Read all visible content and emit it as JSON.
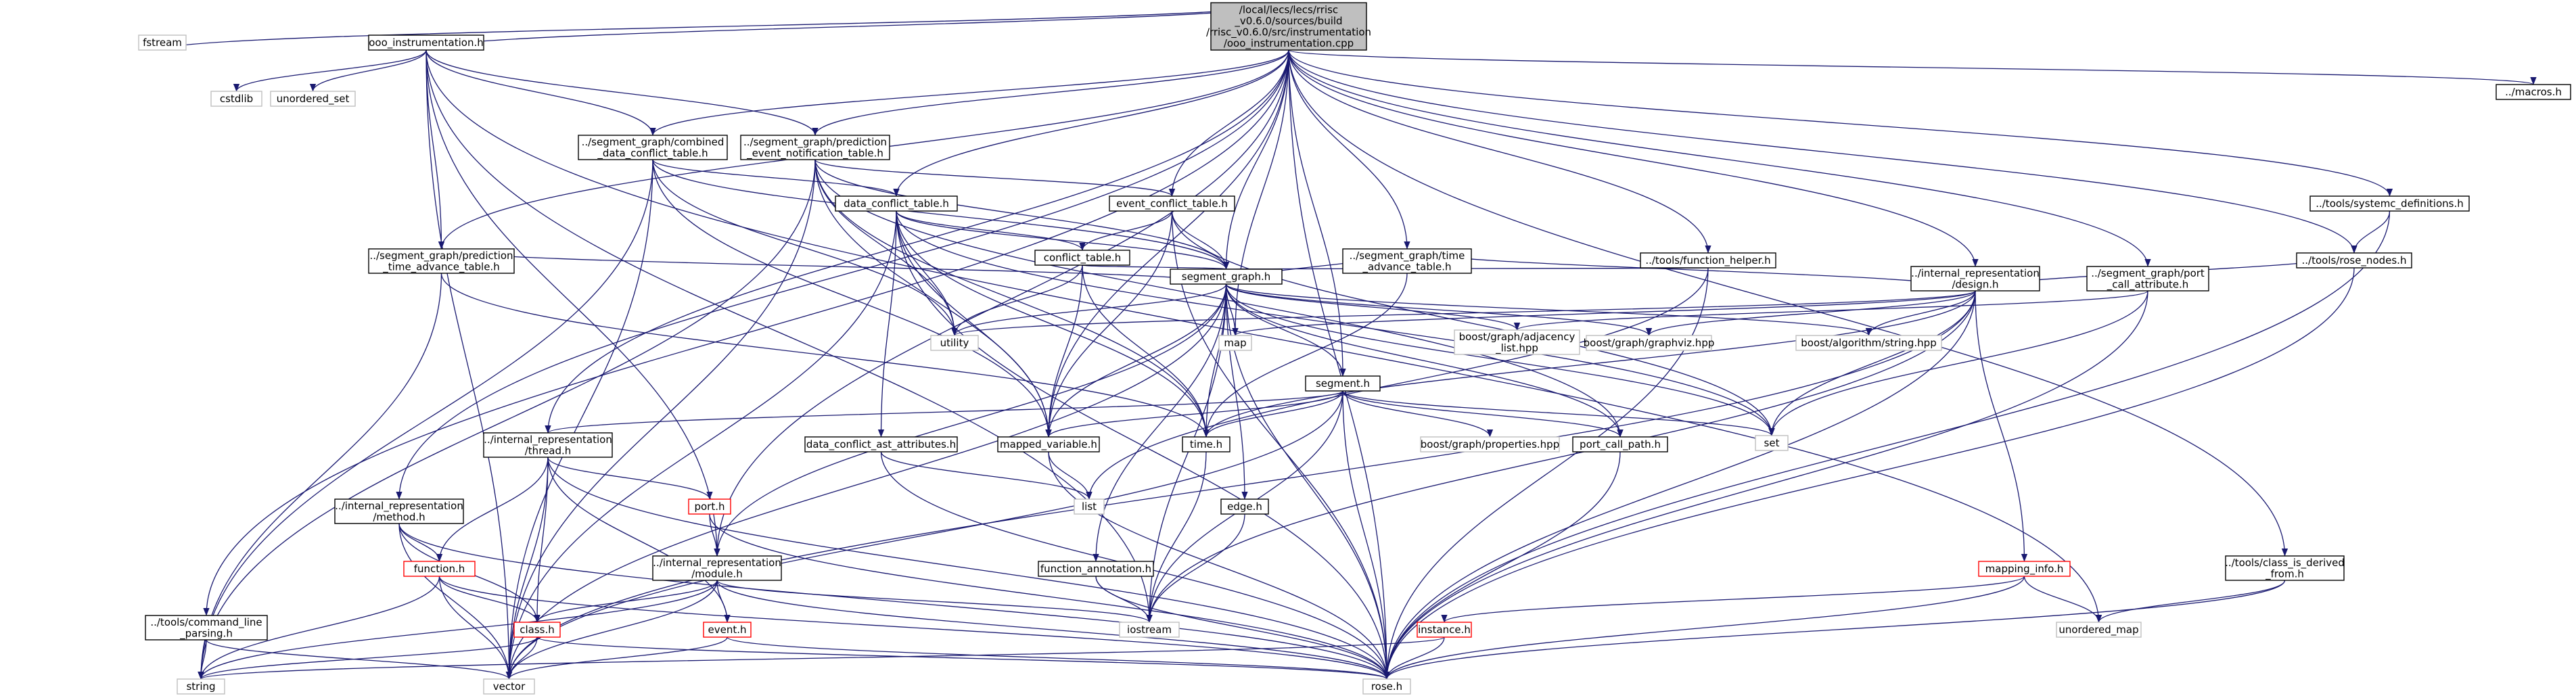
{
  "colors": {
    "edge": "#191970",
    "root_fill": "#bfbfbf",
    "node_border": "#000000",
    "missing_border": "#bfbfbf",
    "truncated_border": "#ff0000",
    "text": "#000000"
  },
  "nodes": [
    {
      "id": "root",
      "lines": [
        "/local/lecs/lecs/rrisc",
        "_v0.6.0/sources/build",
        "/rrisc_v0.6.0/src/instrumentation",
        "/ooo_instrumentation.cpp"
      ],
      "style": "root"
    },
    {
      "id": "fstream",
      "lines": [
        "fstream"
      ],
      "style": "missing"
    },
    {
      "id": "ooo_instr",
      "lines": [
        "ooo_instrumentation.h"
      ],
      "style": "normal"
    },
    {
      "id": "cstdlib",
      "lines": [
        "cstdlib"
      ],
      "style": "missing"
    },
    {
      "id": "unordered_set",
      "lines": [
        "unordered_set"
      ],
      "style": "missing"
    },
    {
      "id": "combined",
      "lines": [
        "../segment_graph/combined",
        "_data_conflict_table.h"
      ],
      "style": "normal"
    },
    {
      "id": "pred_event",
      "lines": [
        "../segment_graph/prediction",
        "_event_notification_table.h"
      ],
      "style": "normal"
    },
    {
      "id": "data_conflict",
      "lines": [
        "data_conflict_table.h"
      ],
      "style": "normal"
    },
    {
      "id": "event_conflict",
      "lines": [
        "event_conflict_table.h"
      ],
      "style": "normal"
    },
    {
      "id": "conflict",
      "lines": [
        "conflict_table.h"
      ],
      "style": "normal"
    },
    {
      "id": "pred_time",
      "lines": [
        "../segment_graph/prediction",
        "_time_advance_table.h"
      ],
      "style": "normal"
    },
    {
      "id": "time_advance",
      "lines": [
        "../segment_graph/time",
        "_advance_table.h"
      ],
      "style": "normal"
    },
    {
      "id": "func_helper",
      "lines": [
        "../tools/function_helper.h"
      ],
      "style": "normal"
    },
    {
      "id": "segment_graph",
      "lines": [
        "segment_graph.h"
      ],
      "style": "normal"
    },
    {
      "id": "design",
      "lines": [
        "../internal_representation",
        "/design.h"
      ],
      "style": "normal"
    },
    {
      "id": "port_call_attr",
      "lines": [
        "../segment_graph/port",
        "_call_attribute.h"
      ],
      "style": "normal"
    },
    {
      "id": "systemc_defs",
      "lines": [
        "../tools/systemc_definitions.h"
      ],
      "style": "normal"
    },
    {
      "id": "rose_nodes",
      "lines": [
        "../tools/rose_nodes.h"
      ],
      "style": "normal"
    },
    {
      "id": "macros",
      "lines": [
        "../macros.h"
      ],
      "style": "normal"
    },
    {
      "id": "utility",
      "lines": [
        "utility"
      ],
      "style": "missing"
    },
    {
      "id": "map",
      "lines": [
        "map"
      ],
      "style": "missing"
    },
    {
      "id": "adjacency",
      "lines": [
        "boost/graph/adjacency",
        "_list.hpp"
      ],
      "style": "missing"
    },
    {
      "id": "graphviz",
      "lines": [
        "boost/graph/graphviz.hpp"
      ],
      "style": "missing"
    },
    {
      "id": "algorithm_string",
      "lines": [
        "boost/algorithm/string.hpp"
      ],
      "style": "missing"
    },
    {
      "id": "segment",
      "lines": [
        "segment.h"
      ],
      "style": "normal"
    },
    {
      "id": "set",
      "lines": [
        "set"
      ],
      "style": "missing"
    },
    {
      "id": "thread",
      "lines": [
        "../internal_representation",
        "/thread.h"
      ],
      "style": "normal"
    },
    {
      "id": "dc_ast_attr",
      "lines": [
        "data_conflict_ast_attributes.h"
      ],
      "style": "normal"
    },
    {
      "id": "mapped_var",
      "lines": [
        "mapped_variable.h"
      ],
      "style": "normal"
    },
    {
      "id": "time_h",
      "lines": [
        "time.h"
      ],
      "style": "normal"
    },
    {
      "id": "properties",
      "lines": [
        "boost/graph/properties.hpp"
      ],
      "style": "missing"
    },
    {
      "id": "port_call_path",
      "lines": [
        "port_call_path.h"
      ],
      "style": "normal"
    },
    {
      "id": "list",
      "lines": [
        "list"
      ],
      "style": "missing"
    },
    {
      "id": "method",
      "lines": [
        "../internal_representation",
        "/method.h"
      ],
      "style": "normal"
    },
    {
      "id": "port",
      "lines": [
        "port.h"
      ],
      "style": "truncated"
    },
    {
      "id": "edge",
      "lines": [
        "edge.h"
      ],
      "style": "normal"
    },
    {
      "id": "module",
      "lines": [
        "../internal_representation",
        "/module.h"
      ],
      "style": "normal"
    },
    {
      "id": "function",
      "lines": [
        "function.h"
      ],
      "style": "truncated"
    },
    {
      "id": "func_annotation",
      "lines": [
        "function_annotation.h"
      ],
      "style": "normal"
    },
    {
      "id": "mapping_info",
      "lines": [
        "mapping_info.h"
      ],
      "style": "truncated"
    },
    {
      "id": "class_derived",
      "lines": [
        "../tools/class_is_derived",
        "_from.h"
      ],
      "style": "normal"
    },
    {
      "id": "cmd_parsing",
      "lines": [
        "../tools/command_line",
        "_parsing.h"
      ],
      "style": "normal"
    },
    {
      "id": "class_h",
      "lines": [
        "class.h"
      ],
      "style": "truncated"
    },
    {
      "id": "event",
      "lines": [
        "event.h"
      ],
      "style": "truncated"
    },
    {
      "id": "iostream",
      "lines": [
        "iostream"
      ],
      "style": "missing"
    },
    {
      "id": "instance",
      "lines": [
        "instance.h"
      ],
      "style": "truncated"
    },
    {
      "id": "unordered_map",
      "lines": [
        "unordered_map"
      ],
      "style": "missing"
    },
    {
      "id": "string",
      "lines": [
        "string"
      ],
      "style": "missing"
    },
    {
      "id": "vector",
      "lines": [
        "vector"
      ],
      "style": "missing"
    },
    {
      "id": "rose",
      "lines": [
        "rose.h"
      ],
      "style": "missing"
    }
  ],
  "edges": [
    [
      "root",
      "fstream"
    ],
    [
      "root",
      "ooo_instr"
    ],
    [
      "root",
      "combined"
    ],
    [
      "root",
      "pred_event"
    ],
    [
      "root",
      "pred_time"
    ],
    [
      "root",
      "data_conflict"
    ],
    [
      "root",
      "event_conflict"
    ],
    [
      "root",
      "time_advance"
    ],
    [
      "root",
      "func_helper"
    ],
    [
      "root",
      "segment_graph"
    ],
    [
      "root",
      "map"
    ],
    [
      "root",
      "segment"
    ],
    [
      "root",
      "design"
    ],
    [
      "root",
      "port_call_attr"
    ],
    [
      "root",
      "systemc_defs"
    ],
    [
      "root",
      "rose_nodes"
    ],
    [
      "root",
      "macros"
    ],
    [
      "root",
      "thread"
    ],
    [
      "root",
      "method"
    ],
    [
      "root",
      "module"
    ],
    [
      "root",
      "class_derived"
    ],
    [
      "root",
      "cmd_parsing"
    ],
    [
      "root",
      "mapped_var"
    ],
    [
      "root",
      "rose"
    ],
    [
      "ooo_instr",
      "cstdlib"
    ],
    [
      "ooo_instr",
      "unordered_set"
    ],
    [
      "ooo_instr",
      "combined"
    ],
    [
      "ooo_instr",
      "pred_event"
    ],
    [
      "ooo_instr",
      "pred_time"
    ],
    [
      "ooo_instr",
      "module"
    ],
    [
      "ooo_instr",
      "iostream"
    ],
    [
      "ooo_instr",
      "vector"
    ],
    [
      "ooo_instr",
      "unordered_map"
    ],
    [
      "combined",
      "data_conflict"
    ],
    [
      "combined",
      "utility"
    ],
    [
      "combined",
      "mapped_var"
    ],
    [
      "combined",
      "segment_graph"
    ],
    [
      "combined",
      "string"
    ],
    [
      "combined",
      "vector"
    ],
    [
      "pred_event",
      "event_conflict"
    ],
    [
      "pred_event",
      "utility"
    ],
    [
      "pred_event",
      "segment_graph"
    ],
    [
      "pred_event",
      "mapped_var"
    ],
    [
      "pred_event",
      "time_h"
    ],
    [
      "pred_event",
      "string"
    ],
    [
      "pred_event",
      "vector"
    ],
    [
      "pred_event",
      "port_call_path"
    ],
    [
      "data_conflict",
      "conflict"
    ],
    [
      "data_conflict",
      "segment_graph"
    ],
    [
      "data_conflict",
      "utility"
    ],
    [
      "data_conflict",
      "dc_ast_attr"
    ],
    [
      "data_conflict",
      "mapped_var"
    ],
    [
      "data_conflict",
      "time_h"
    ],
    [
      "data_conflict",
      "vector"
    ],
    [
      "data_conflict",
      "set"
    ],
    [
      "data_conflict",
      "rose"
    ],
    [
      "event_conflict",
      "conflict"
    ],
    [
      "event_conflict",
      "segment_graph"
    ],
    [
      "event_conflict",
      "mapped_var"
    ],
    [
      "event_conflict",
      "set"
    ],
    [
      "event_conflict",
      "rose"
    ],
    [
      "conflict",
      "segment_graph"
    ],
    [
      "conflict",
      "utility"
    ],
    [
      "conflict",
      "mapped_var"
    ],
    [
      "conflict",
      "time_h"
    ],
    [
      "pred_time",
      "segment_graph"
    ],
    [
      "pred_time",
      "string"
    ],
    [
      "pred_time",
      "time_h"
    ],
    [
      "time_advance",
      "segment_graph"
    ],
    [
      "time_advance",
      "time_h"
    ],
    [
      "time_advance",
      "design"
    ],
    [
      "func_helper",
      "segment_graph"
    ],
    [
      "func_helper",
      "list"
    ],
    [
      "func_helper",
      "rose"
    ],
    [
      "segment_graph",
      "utility"
    ],
    [
      "segment_graph",
      "map"
    ],
    [
      "segment_graph",
      "adjacency"
    ],
    [
      "segment_graph",
      "graphviz"
    ],
    [
      "segment_graph",
      "algorithm_string"
    ],
    [
      "segment_graph",
      "segment"
    ],
    [
      "segment_graph",
      "set"
    ],
    [
      "segment_graph",
      "mapped_var"
    ],
    [
      "segment_graph",
      "time_h"
    ],
    [
      "segment_graph",
      "port_call_path"
    ],
    [
      "segment_graph",
      "edge"
    ],
    [
      "segment_graph",
      "module"
    ],
    [
      "segment_graph",
      "func_annotation"
    ],
    [
      "segment_graph",
      "iostream"
    ],
    [
      "segment_graph",
      "vector"
    ],
    [
      "segment_graph",
      "rose"
    ],
    [
      "design",
      "utility"
    ],
    [
      "design",
      "map"
    ],
    [
      "design",
      "graphviz"
    ],
    [
      "design",
      "algorithm_string"
    ],
    [
      "design",
      "set"
    ],
    [
      "design",
      "mapping_info"
    ],
    [
      "design",
      "iostream"
    ],
    [
      "design",
      "vector"
    ],
    [
      "design",
      "rose"
    ],
    [
      "design",
      "time_h"
    ],
    [
      "port_call_attr",
      "adjacency"
    ],
    [
      "port_call_attr",
      "set"
    ],
    [
      "port_call_attr",
      "rose"
    ],
    [
      "systemc_defs",
      "rose_nodes"
    ],
    [
      "systemc_defs",
      "rose"
    ],
    [
      "rose_nodes",
      "design"
    ],
    [
      "rose_nodes",
      "rose"
    ],
    [
      "segment",
      "thread"
    ],
    [
      "segment",
      "mapped_var"
    ],
    [
      "segment",
      "time_h"
    ],
    [
      "segment",
      "properties"
    ],
    [
      "segment",
      "port_call_path"
    ],
    [
      "segment",
      "set"
    ],
    [
      "segment",
      "iostream"
    ],
    [
      "segment",
      "vector"
    ],
    [
      "segment",
      "rose"
    ],
    [
      "thread",
      "function"
    ],
    [
      "thread",
      "class_h"
    ],
    [
      "thread",
      "port"
    ],
    [
      "thread",
      "event"
    ],
    [
      "thread",
      "vector"
    ],
    [
      "thread",
      "rose"
    ],
    [
      "dc_ast_attr",
      "list"
    ],
    [
      "dc_ast_attr",
      "rose"
    ],
    [
      "mapped_var",
      "list"
    ],
    [
      "mapped_var",
      "rose"
    ],
    [
      "time_h",
      "iostream"
    ],
    [
      "port_call_path",
      "rose"
    ],
    [
      "method",
      "function"
    ],
    [
      "method",
      "class_h"
    ],
    [
      "method",
      "vector"
    ],
    [
      "method",
      "rose"
    ],
    [
      "port",
      "module"
    ],
    [
      "port",
      "rose"
    ],
    [
      "edge",
      "iostream"
    ],
    [
      "module",
      "class_h"
    ],
    [
      "module",
      "event"
    ],
    [
      "module",
      "iostream"
    ],
    [
      "module",
      "vector"
    ],
    [
      "module",
      "string"
    ],
    [
      "module",
      "rose"
    ],
    [
      "function",
      "class_h"
    ],
    [
      "function",
      "string"
    ],
    [
      "function",
      "vector"
    ],
    [
      "function",
      "rose"
    ],
    [
      "func_annotation",
      "iostream"
    ],
    [
      "func_annotation",
      "rose"
    ],
    [
      "mapping_info",
      "instance"
    ],
    [
      "mapping_info",
      "unordered_map"
    ],
    [
      "mapping_info",
      "rose"
    ],
    [
      "class_derived",
      "unordered_map"
    ],
    [
      "class_derived",
      "rose"
    ],
    [
      "cmd_parsing",
      "string"
    ],
    [
      "cmd_parsing",
      "vector"
    ],
    [
      "class_h",
      "string"
    ],
    [
      "class_h",
      "vector"
    ],
    [
      "class_h",
      "rose"
    ],
    [
      "event",
      "vector"
    ],
    [
      "event",
      "rose"
    ],
    [
      "instance",
      "string"
    ],
    [
      "instance",
      "rose"
    ]
  ]
}
